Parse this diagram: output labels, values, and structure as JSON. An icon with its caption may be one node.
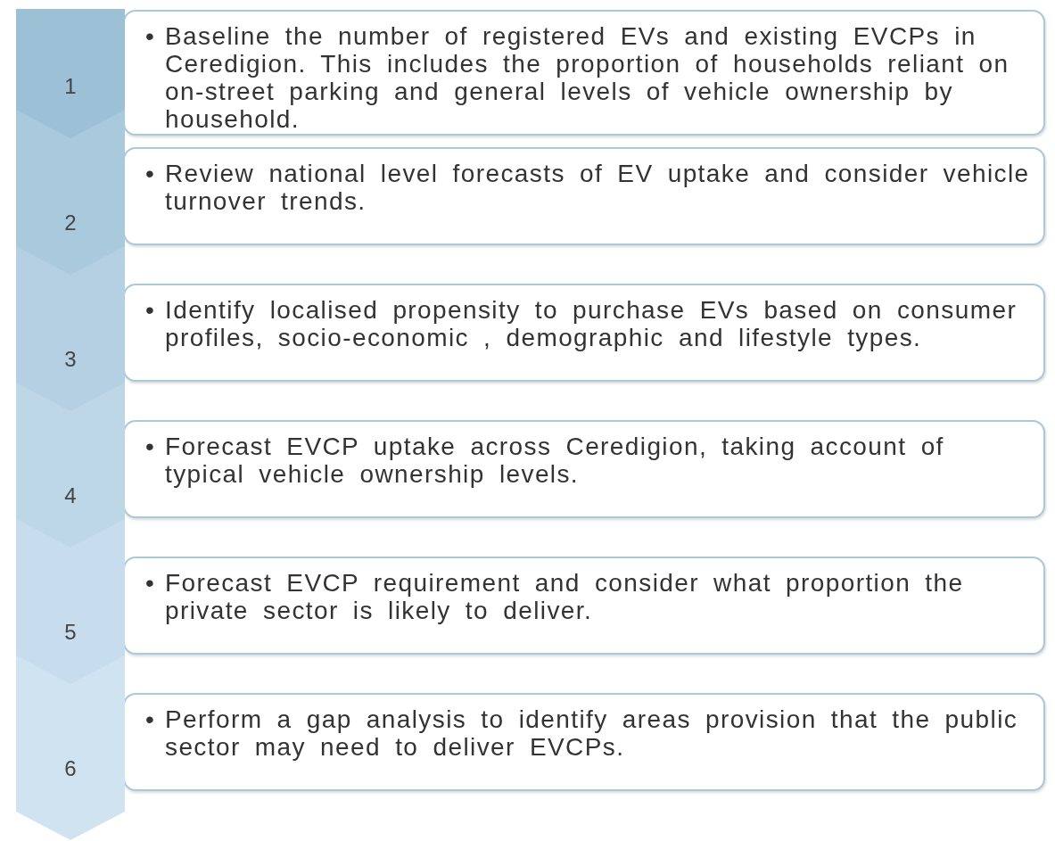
{
  "diagram": {
    "nodes": [
      {
        "text": [
          "1"
        ]
      },
      {
        "text": [
          "•",
          "Baseline the number of registered EVs and existing EVCPs in Ceredigion. This includes the proportion of households reliant on on-street parking and general levels of vehicle ownership by household."
        ]
      },
      {
        "text": [
          "2"
        ]
      },
      {
        "text": [
          "•",
          "Review national level forecasts of EV uptake and consider vehicle turnover trends."
        ]
      },
      {
        "text": [
          "3"
        ]
      },
      {
        "text": [
          "•",
          "Identify localised propensity to purchase EVs based on consumer profiles, socio-economic , demographic and lifestyle types."
        ]
      },
      {
        "text": [
          "4"
        ]
      },
      {
        "text": [
          "•",
          "Forecast EVCP uptake across Ceredigion, taking account of typical vehicle ownership levels."
        ]
      },
      {
        "text": [
          "5"
        ]
      },
      {
        "text": [
          "•",
          "Forecast EVCP requirement and consider what proportion the private sector is likely to deliver."
        ]
      },
      {
        "text": [
          "6"
        ]
      },
      {
        "text": [
          "•",
          "Perform a gap analysis to identify areas provision that the public sector may need to deliver EVCPs."
        ]
      }
    ]
  }
}
